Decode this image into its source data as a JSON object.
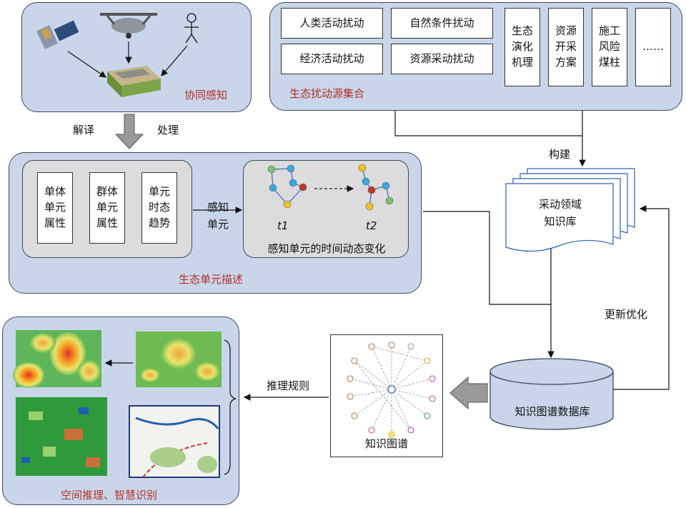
{
  "sensing_panel": {
    "title": "协同感知"
  },
  "disturbance_panel": {
    "title": "生态扰动源集合",
    "factors": [
      "人类活动扰动",
      "自然条件扰动",
      "经济活动扰动",
      "资源采动扰动"
    ],
    "vertical_items": [
      "生态\n演化\n机理",
      "资源\n开采\n方案",
      "施工\n风险\n煤柱",
      "……"
    ]
  },
  "arrow_labels": {
    "decode": "解译",
    "process": "处理",
    "build": "构建",
    "update": "更新优化",
    "infer": "推理规则"
  },
  "eco_unit_panel": {
    "title": "生态单元描述",
    "attributes": [
      "单体\n单元\n属性",
      "群体\n单元\n属性",
      "单元\n时态\n趋势"
    ],
    "sense_label": "感知\n单元",
    "dynamic_caption": "感知单元的时间动态变化",
    "t1": "t1",
    "t2": "t2"
  },
  "knowledge_base": {
    "label": "采动领域\n知识库"
  },
  "kg_database": {
    "label": "知识图谱数据库"
  },
  "knowledge_graph": {
    "label": "知识图谱"
  },
  "spatial_panel": {
    "title": "空间推理、智慧识别"
  }
}
